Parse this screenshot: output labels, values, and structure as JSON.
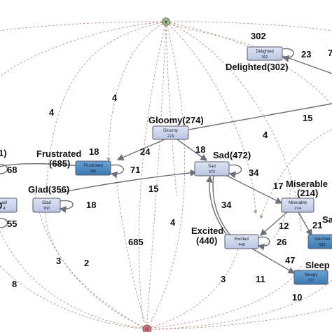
{
  "colors": {
    "node_light": "#c9d3ea",
    "node_dark": "#4a87bf",
    "edge_solid": "#6b6f7a",
    "edge_dashed": "#b8958a",
    "start_node": "#9ab38a",
    "end_node": "#c97a86"
  },
  "nodes": [
    {
      "id": "delighted",
      "name": "Delighted",
      "count": "302",
      "title": "Delighted(302)",
      "style": "light"
    },
    {
      "id": "gloomy",
      "name": "Gloomy",
      "count": "274",
      "title": "Gloomy(274)",
      "style": "light"
    },
    {
      "id": "frustrated",
      "name": "Frustrated",
      "count": "685",
      "title": "Frustrated\n(685)",
      "style": "dark"
    },
    {
      "id": "sad",
      "name": "Sad",
      "count": "472",
      "title": "Sad(472)",
      "style": "light"
    },
    {
      "id": "glad",
      "name": "Glad",
      "count": "356",
      "title": "Glad(356)",
      "style": "light"
    },
    {
      "id": "miserable",
      "name": "Miserable",
      "count": "214",
      "title": "Miserable\n(214)",
      "style": "light"
    },
    {
      "id": "excited",
      "name": "Excited",
      "count": "440",
      "title": "Excited\n(440)",
      "style": "light"
    },
    {
      "id": "satisfied",
      "name": "Satisfied",
      "count": "682",
      "title": "Sa",
      "style": "dark"
    },
    {
      "id": "sleepy",
      "name": "Sleepy",
      "count": "727",
      "title": "Sleep",
      "style": "dark"
    },
    {
      "id": "afraid",
      "name": "aid",
      "count": "4",
      "title": "",
      "style": "light"
    }
  ],
  "partial_labels": [
    "1)",
    "0"
  ],
  "edge_labels": [
    {
      "id": "e-start-delighted",
      "text": "302"
    },
    {
      "id": "e-delighted-self",
      "text": "23"
    },
    {
      "id": "e-delighted-right",
      "text": "7"
    },
    {
      "id": "e-dash-a",
      "text": "4"
    },
    {
      "id": "e-dash-b",
      "text": "4"
    },
    {
      "id": "e-gloomy-right",
      "text": "15"
    },
    {
      "id": "e-dash-c",
      "text": "4"
    },
    {
      "id": "e-gloomy-frustrated",
      "text": "24"
    },
    {
      "id": "e-frustrated-in",
      "text": "18"
    },
    {
      "id": "e-gloomy-sad",
      "text": "18"
    },
    {
      "id": "e-frustrated-self",
      "text": "71"
    },
    {
      "id": "e-left-self",
      "text": "68"
    },
    {
      "id": "e-sad-self",
      "text": "34"
    },
    {
      "id": "e-glad-sad",
      "text": "15"
    },
    {
      "id": "e-sad-miserable",
      "text": "17"
    },
    {
      "id": "e-glad-self",
      "text": "18"
    },
    {
      "id": "e-excited-sad",
      "text": "34"
    },
    {
      "id": "e-miserable-excited",
      "text": "12"
    },
    {
      "id": "e-miserable-satisfied",
      "text": "21"
    },
    {
      "id": "e-excited-self",
      "text": "26"
    },
    {
      "id": "e-frustrated-end",
      "text": "685"
    },
    {
      "id": "e-dash-d",
      "text": "4"
    },
    {
      "id": "e-left-self-2",
      "text": "55"
    },
    {
      "id": "e-excited-sleepy",
      "text": "47"
    },
    {
      "id": "e-dash-e",
      "text": "3"
    },
    {
      "id": "e-dash-f",
      "text": "2"
    },
    {
      "id": "e-dash-g",
      "text": "3"
    },
    {
      "id": "e-dash-h",
      "text": "11"
    },
    {
      "id": "e-dash-i",
      "text": "8"
    },
    {
      "id": "e-dash-j",
      "text": "10"
    }
  ]
}
